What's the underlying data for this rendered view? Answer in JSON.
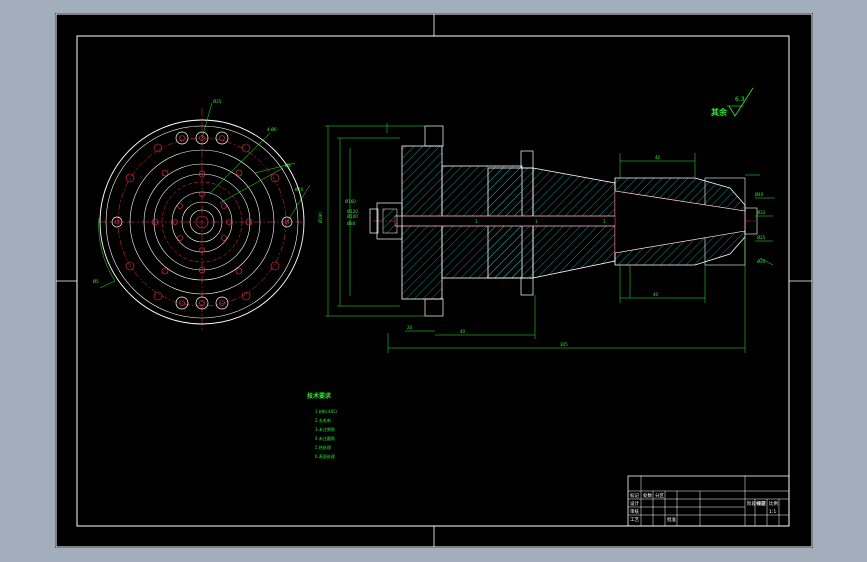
{
  "drawing": {
    "surface_finish": {
      "label": "其余",
      "value": "6.3"
    },
    "notes": {
      "title": "技术要求",
      "items": [
        "1.材料:40Cr",
        "2.去毛刺",
        "3.未注倒角",
        "4.未注圆角",
        "5.热处理",
        "6.表面处理"
      ]
    },
    "title_block": {
      "cells": [
        "标记",
        "处数",
        "分区",
        "设计",
        "审核",
        "工艺",
        "批准",
        "阶段标记",
        "重量",
        "比例",
        "1:1"
      ]
    }
  },
  "colors": {
    "page_bg": "#a3aebd",
    "sheet_bg": "#000000",
    "outline": "#ffffff",
    "dimension": "#2cf02c",
    "hidden": "#ff2a55",
    "hatch": "#36d8d8"
  }
}
